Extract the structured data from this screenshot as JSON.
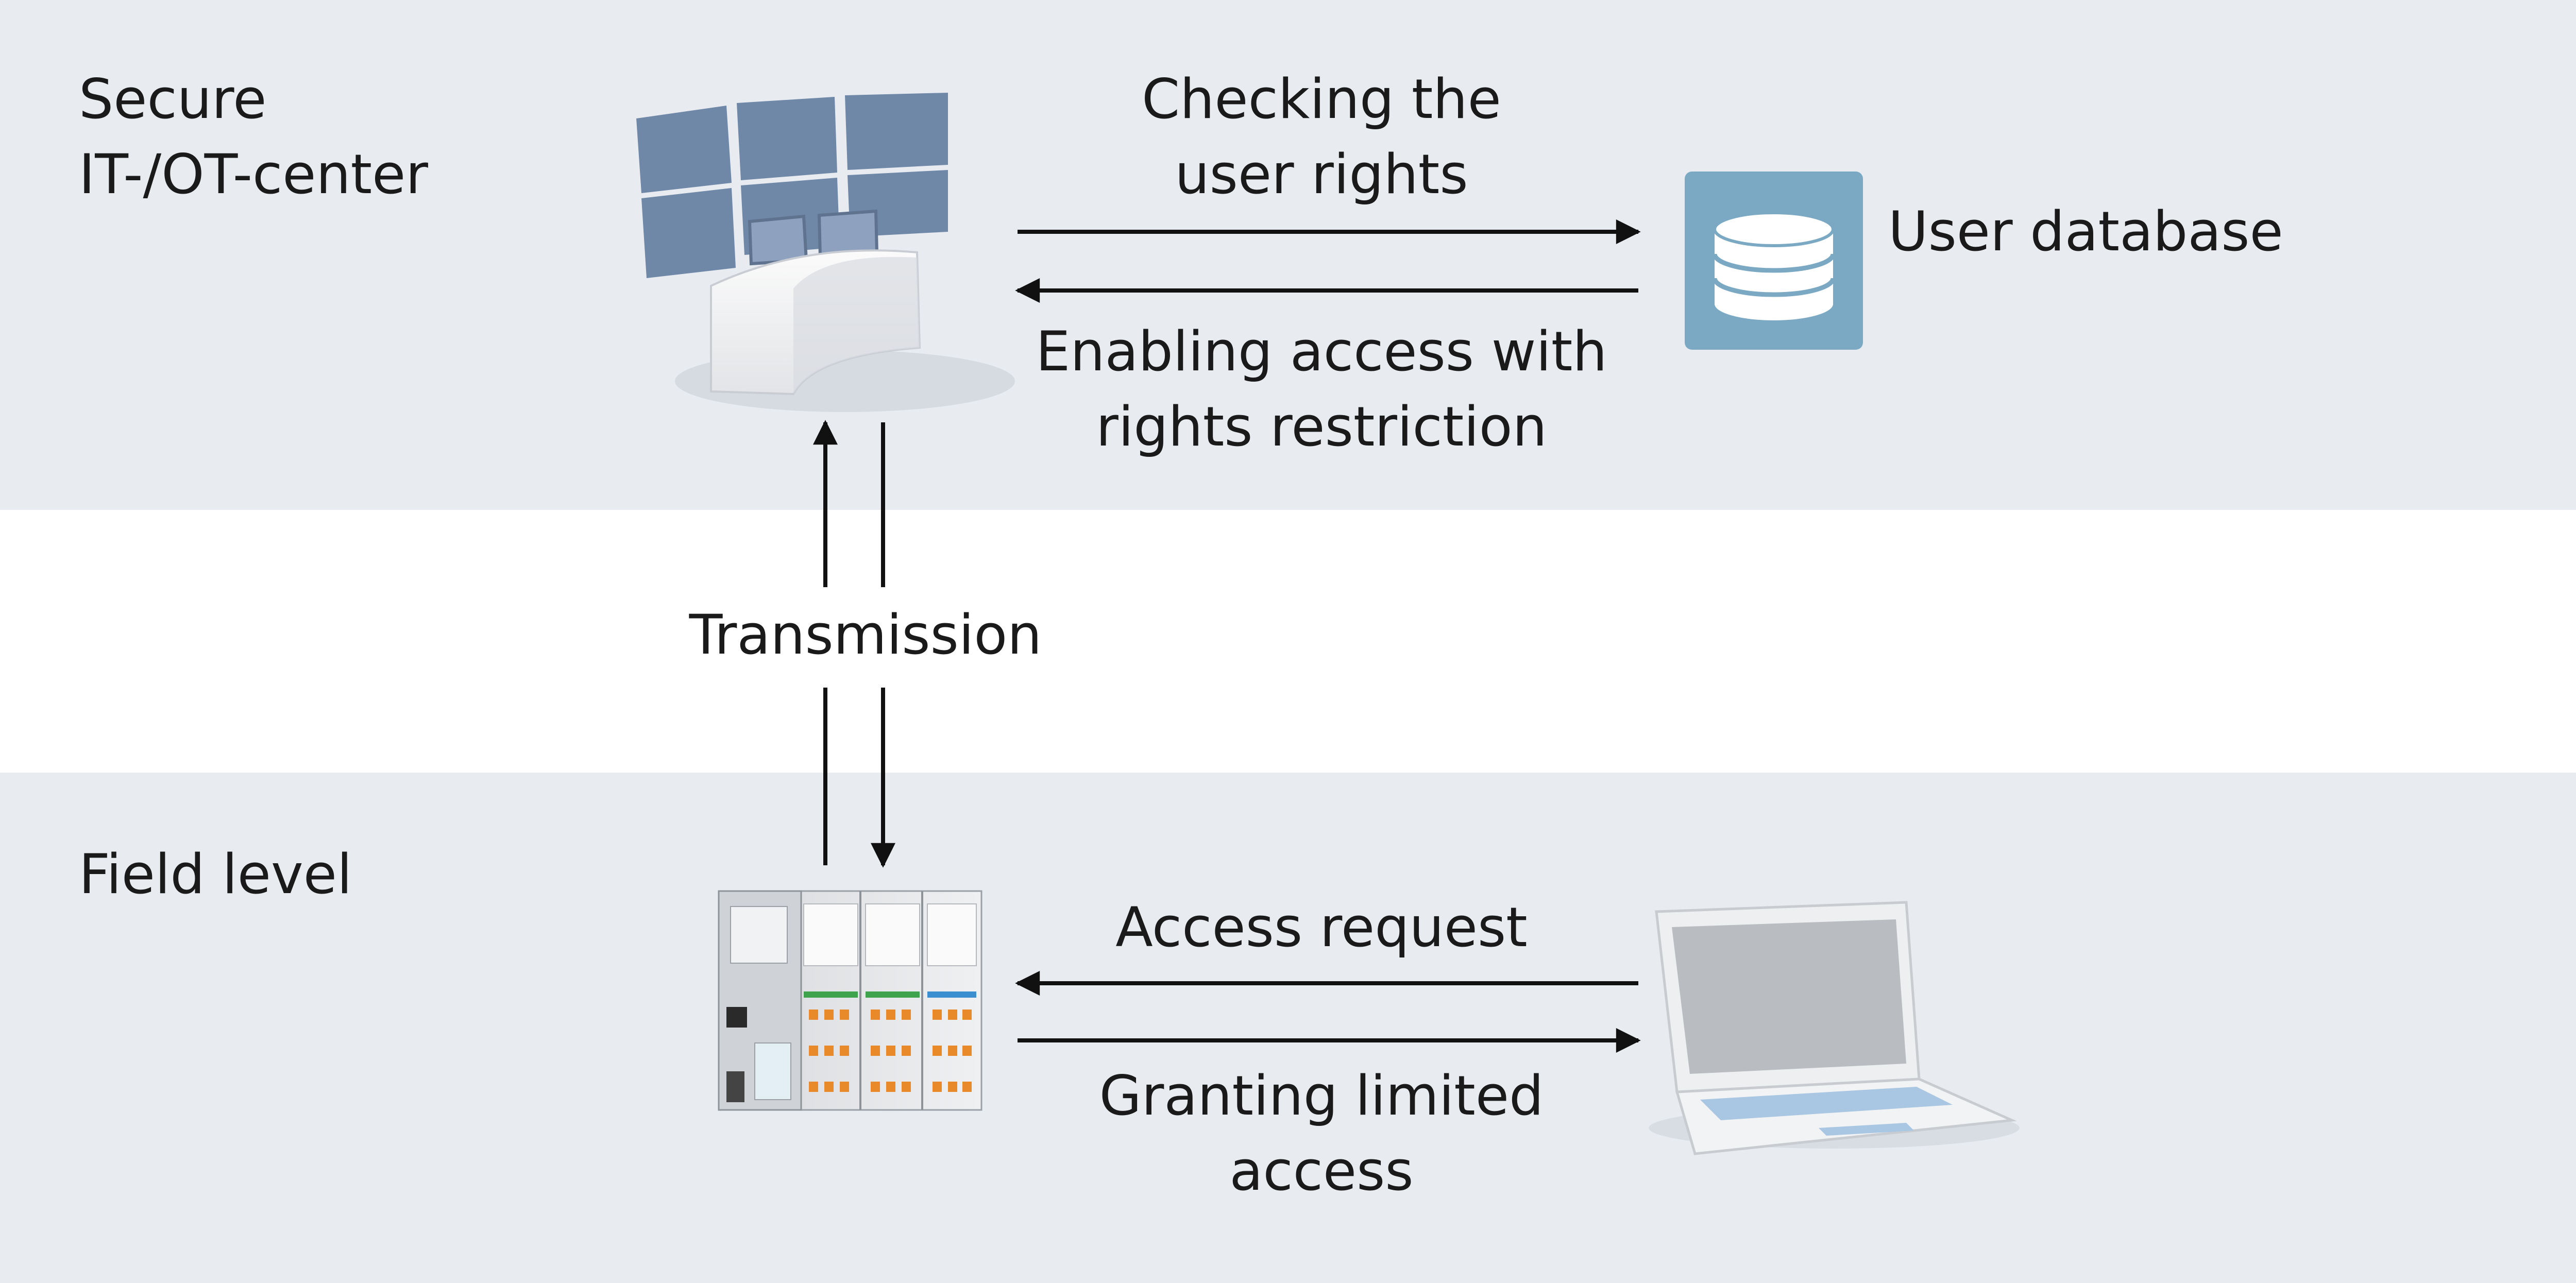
{
  "zones": {
    "top_label": "Secure\nIT-/OT-center",
    "bottom_label": "Field level"
  },
  "edges": {
    "checking": "Checking the\nuser rights",
    "enabling": "Enabling access with\nrights restriction",
    "transmission": "Transmission",
    "access_request": "Access request",
    "granting": "Granting limited\naccess"
  },
  "nodes": {
    "database": "User database"
  },
  "icons": {
    "control_center": "control-room-icon",
    "database": "database-icon",
    "controller": "plc-controller-icon",
    "laptop": "laptop-icon"
  },
  "colors": {
    "band": "#e8ecf1",
    "database_tile": "#7ba9c3",
    "screen": "#7088a8",
    "arrow": "#111111"
  }
}
